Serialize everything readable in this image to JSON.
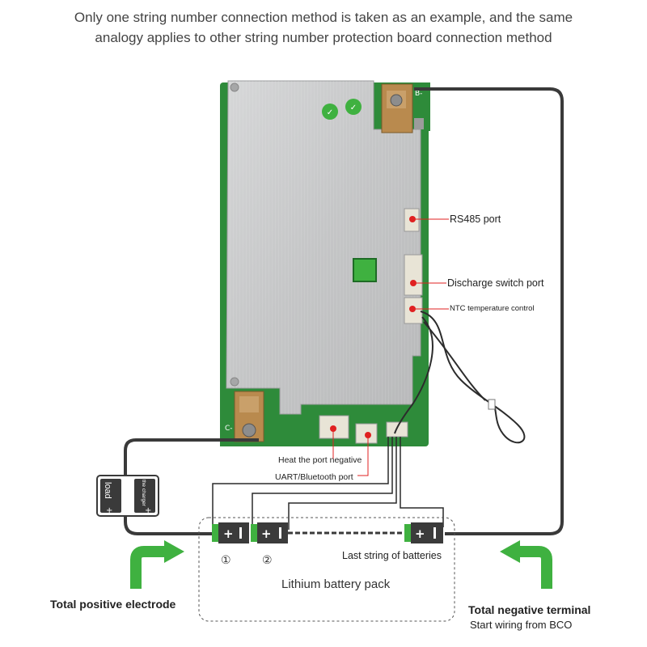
{
  "header": {
    "line1": "Only one string number connection method is taken as an example, and the same",
    "line2": "analogy applies to other string number protection board connection method"
  },
  "board": {
    "b_marker": "B-",
    "c_marker": "C-"
  },
  "ports": {
    "rs485": "RS485 port",
    "discharge_switch": "Discharge switch port",
    "ntc": "NTC temperature control",
    "heat_negative": "Heat the port negative",
    "uart_bluetooth": "UART/Bluetooth port"
  },
  "load_box": {
    "load_label": "load",
    "charger_label": "the charger"
  },
  "battery_pack": {
    "cell1_marker": "①",
    "cell2_marker": "②",
    "last_string": "Last string of batteries",
    "title": "Lithium battery pack"
  },
  "terminals": {
    "positive": "Total positive electrode",
    "negative": "Total negative terminal",
    "negative_note": "Start wiring from BCO"
  },
  "colors": {
    "pcb_green": "#2e8b3a",
    "heatsink": "#c9cacb",
    "wire": "#3a3a3a",
    "arrow_green": "#3fb140",
    "callout_red": "#e02020",
    "cell_body": "#3b3b3b"
  }
}
